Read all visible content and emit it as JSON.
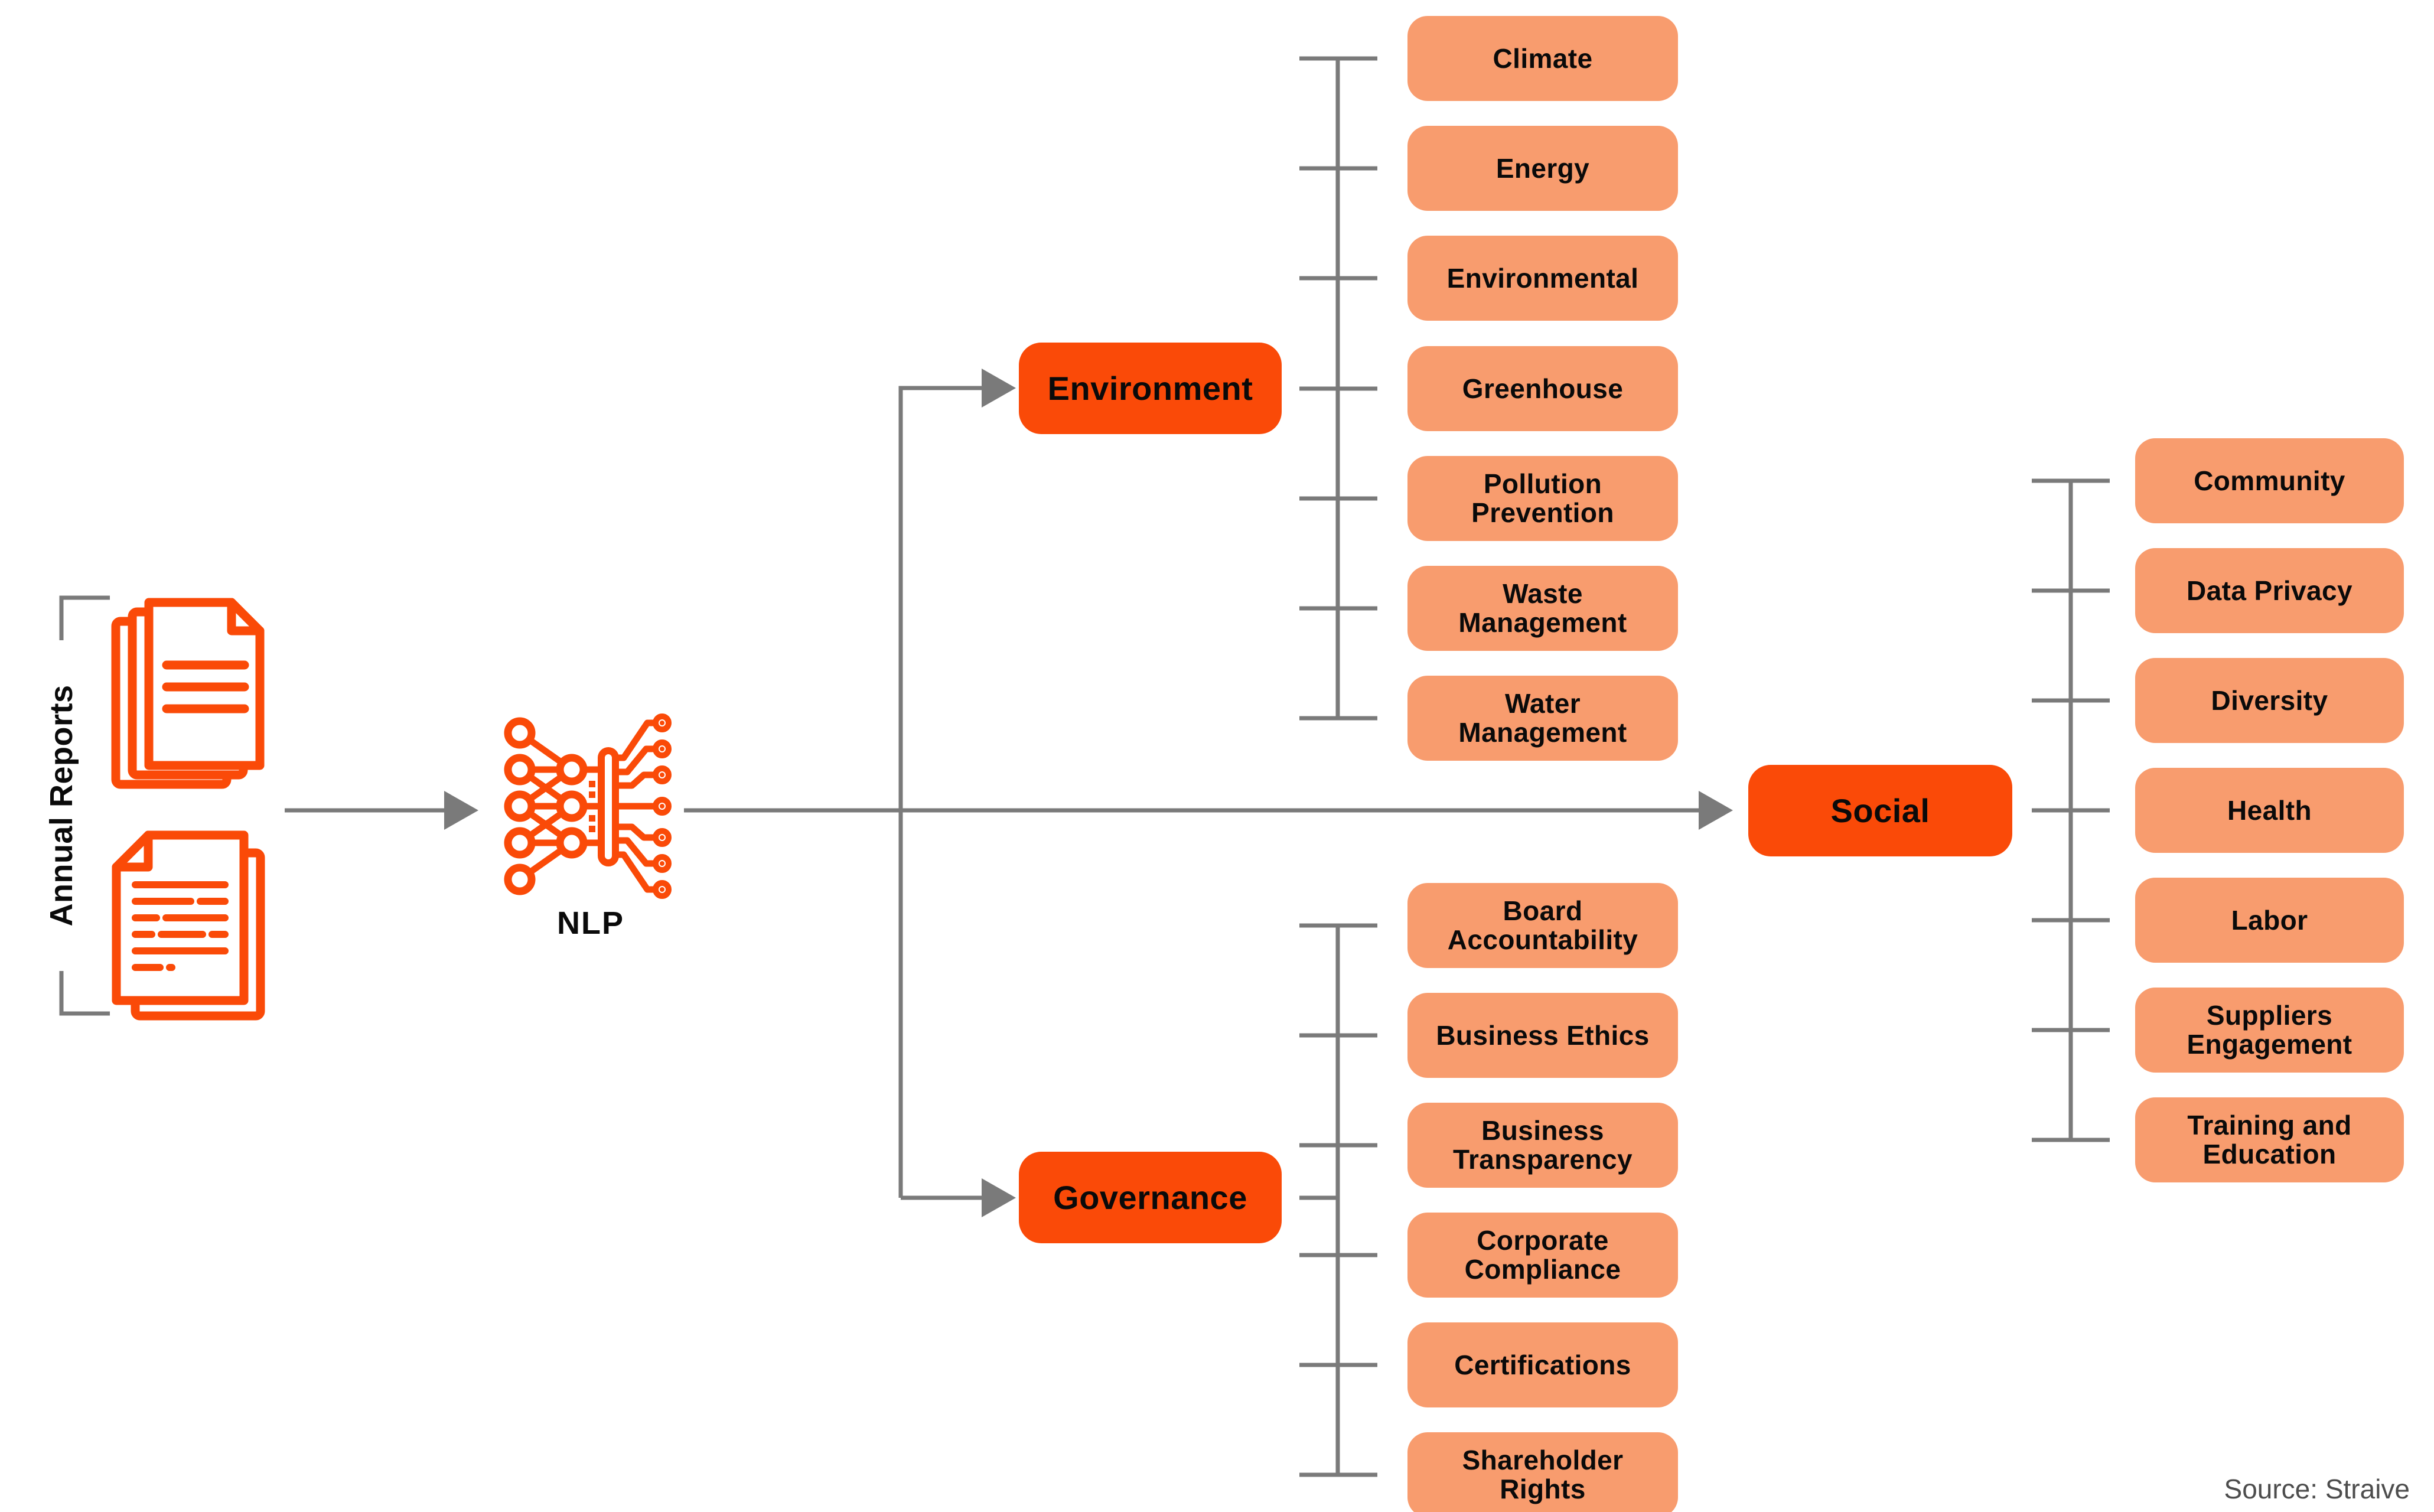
{
  "page": {
    "source_note": "Source: Straive"
  },
  "colors": {
    "primary_orange": "#FA4A08",
    "light_orange": "#F89C6E",
    "line_gray": "#7A7A7A",
    "text_black": "#0A0A0A",
    "source_gray": "#4D4D4D"
  },
  "input": {
    "label": "Annual Reports",
    "icons": [
      "document-stack-icon",
      "document-report-icon"
    ]
  },
  "nlp": {
    "label": "NLP",
    "icon": "neural-network-circuit-icon"
  },
  "categories": [
    {
      "id": "environment",
      "label": "Environment",
      "children": [
        "Climate",
        "Energy",
        "Environmental",
        "Greenhouse",
        "Pollution Prevention",
        "Waste Management",
        "Water Management"
      ]
    },
    {
      "id": "social",
      "label": "Social",
      "children": [
        "Community",
        "Data Privacy",
        "Diversity",
        "Health",
        "Labor",
        "Suppliers Engagement",
        "Training and Education"
      ]
    },
    {
      "id": "governance",
      "label": "Governance",
      "children": [
        "Board Accountability",
        "Business Ethics",
        "Business Transparency",
        "Corporate Compliance",
        "Certifications",
        "Shareholder Rights"
      ]
    }
  ]
}
